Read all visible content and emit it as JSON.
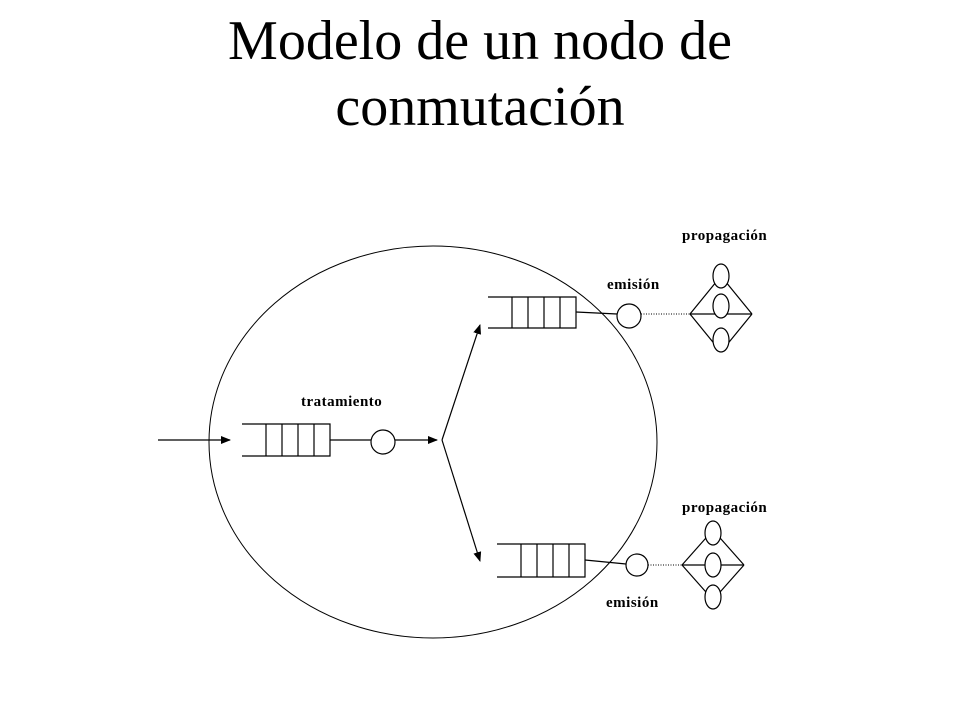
{
  "title": {
    "line1": "Modelo de un nodo de",
    "line2": "conmutación"
  },
  "labels": {
    "processing": "tratamiento",
    "emission_top": "emisión",
    "emission_bottom": "emisión",
    "propagation_top": "propagación",
    "propagation_bottom": "propagación"
  }
}
